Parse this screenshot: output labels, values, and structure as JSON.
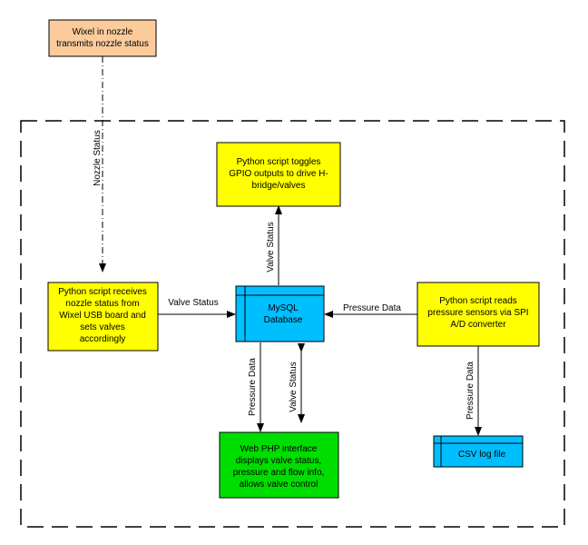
{
  "nodes": {
    "wixel": {
      "lines": [
        "Wixel in nozzle",
        "transmits nozzle status"
      ],
      "fill": "#FBCB9C"
    },
    "gpio": {
      "lines": [
        "Python script toggles",
        "GPIO outputs to drive H-",
        "bridge/valves"
      ],
      "fill": "#FFFF00"
    },
    "receiver": {
      "lines": [
        "Python script receives",
        "nozzle status from",
        "Wixel USB board and",
        "sets valves",
        "accordingly"
      ],
      "fill": "#FFFF00"
    },
    "mysql": {
      "lines": [
        "MySQL",
        "Database"
      ],
      "fill": "#00BFFF"
    },
    "sensors": {
      "lines": [
        "Python script reads",
        "pressure sensors via SPI",
        "A/D converter"
      ],
      "fill": "#FFFF00"
    },
    "web": {
      "lines": [
        "Web PHP interface",
        "displays valve status,",
        "pressure and flow info,",
        "allows valve control"
      ],
      "fill": "#00DD00"
    },
    "csv": {
      "lines": [
        "CSV log file"
      ],
      "fill": "#00BFFF"
    }
  },
  "edges": {
    "nozzle_status": "Nozzle Status",
    "receiver_to_db": "Valve Status",
    "db_to_gpio": "Valve Status",
    "sensors_to_db": "Pressure Data",
    "db_to_web_pressure": "Pressure Data",
    "web_db_valve": "Valve Status",
    "sensors_to_csv": "Pressure Data"
  }
}
